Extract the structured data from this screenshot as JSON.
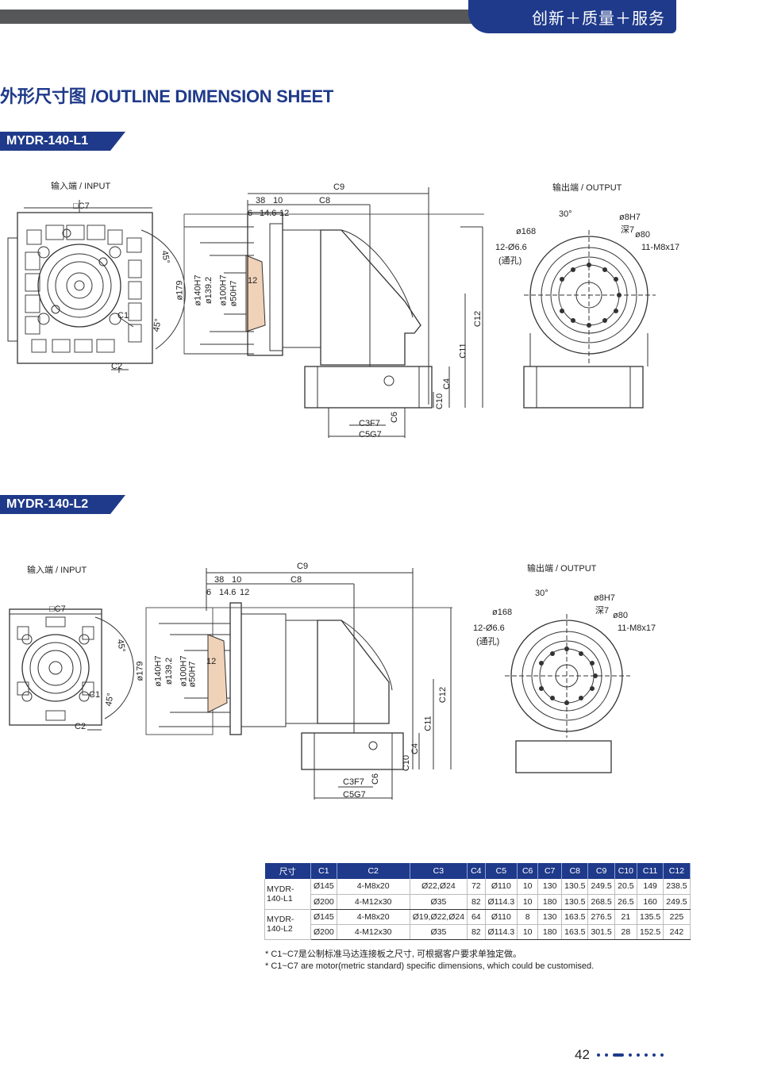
{
  "header": {
    "tagline": "创新＋质量＋服务"
  },
  "title": "外形尺寸图 /OUTLINE DIMENSION SHEET",
  "models": [
    {
      "tab": "MYDR-140-L1",
      "input_label": "输入端 / INPUT",
      "output_label": "输出端 / OUTPUT",
      "dims": {
        "c7": "□C7",
        "c1": "C1",
        "c2": "C2",
        "a45": "45°",
        "d179": "ø179",
        "d140": "ø140H7",
        "d139": "ø139.2",
        "d100": "ø100H7",
        "d50": "ø50H7",
        "twelve": "12",
        "c9": "C9",
        "c8": "C8",
        "n38": "38",
        "n10": "10",
        "n6": "6",
        "n146": "14.6",
        "n12": "12",
        "c12": "C12",
        "c11": "C11",
        "c4": "C4",
        "c10": "C10",
        "c6": "C6",
        "c3": "C3F7",
        "c5": "C5G7",
        "a30": "30°",
        "d168": "ø168",
        "pin": "ø8H7",
        "deep": "深7",
        "d80": "ø80",
        "holes": "12-Ø6.6",
        "thru": "(通孔)",
        "tapped": "11-M8x17"
      }
    },
    {
      "tab": "MYDR-140-L2",
      "input_label": "输入端 / INPUT",
      "output_label": "输出端 / OUTPUT",
      "dims": {
        "c7": "□C7",
        "c1": "C1",
        "c2": "C2",
        "a45": "45°",
        "d179": "ø179",
        "d140": "ø140H7",
        "d139": "ø139.2",
        "d100": "ø100H7",
        "d50": "ø50H7",
        "twelve": "12",
        "c9": "C9",
        "c8": "C8",
        "n38": "38",
        "n10": "10",
        "n6": "6",
        "n146": "14.6",
        "n12": "12",
        "c12": "C12",
        "c11": "C11",
        "c4": "C4",
        "c10": "C10",
        "c6": "C6",
        "c3": "C3F7",
        "c5": "C5G7",
        "a30": "30°",
        "d168": "ø168",
        "pin": "ø8H7",
        "deep": "深7",
        "d80": "ø80",
        "holes": "12-Ø6.6",
        "thru": "(通孔)",
        "tapped": "11-M8x17"
      }
    }
  ],
  "table": {
    "headers": [
      "尺寸",
      "C1",
      "C2",
      "C3",
      "C4",
      "C5",
      "C6",
      "C7",
      "C8",
      "C9",
      "C10",
      "C11",
      "C12"
    ],
    "groups": [
      {
        "model": "MYDR-140-L1",
        "rows": [
          [
            "Ø145",
            "4-M8x20",
            "Ø22,Ø24",
            "72",
            "Ø110",
            "10",
            "130",
            "130.5",
            "249.5",
            "20.5",
            "149",
            "238.5"
          ],
          [
            "Ø200",
            "4-M12x30",
            "Ø35",
            "82",
            "Ø114.3",
            "10",
            "180",
            "130.5",
            "268.5",
            "26.5",
            "160",
            "249.5"
          ]
        ]
      },
      {
        "model": "MYDR-140-L2",
        "rows": [
          [
            "Ø145",
            "4-M8x20",
            "Ø19,Ø22,Ø24",
            "64",
            "Ø110",
            "8",
            "130",
            "163.5",
            "276.5",
            "21",
            "135.5",
            "225"
          ],
          [
            "Ø200",
            "4-M12x30",
            "Ø35",
            "82",
            "Ø114.3",
            "10",
            "180",
            "163.5",
            "301.5",
            "28",
            "152.5",
            "242"
          ]
        ]
      }
    ]
  },
  "notes": [
    "* C1~C7是公制标准马达连接板之尺寸, 可根据客户要求单独定做。",
    "* C1~C7 are motor(metric standard) specific dimensions, which could be customised."
  ],
  "footer": {
    "page_number": "42"
  },
  "colors": {
    "brand": "#1f3a8a",
    "band": "#555759"
  }
}
